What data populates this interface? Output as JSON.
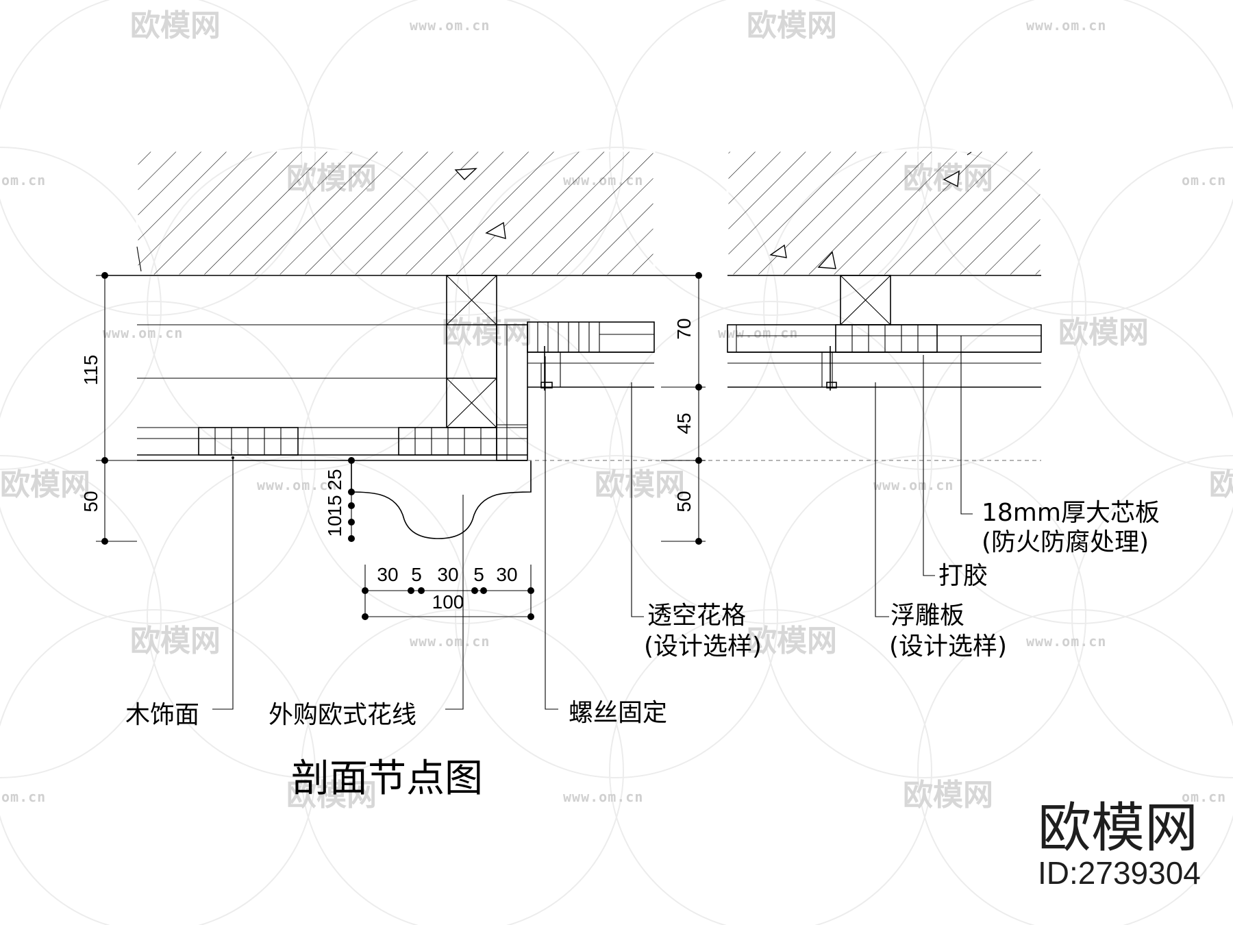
{
  "watermark": {
    "logo_text": "欧模网",
    "url_text": "www.om.cn",
    "url_fragment": "om.cn"
  },
  "drawing": {
    "title": "剖面节点图",
    "dimensions": {
      "left_total_upper": "115",
      "left_total_lower": "50",
      "right_upper": "70",
      "right_middle": "45",
      "right_lower": "50",
      "moulding_top": "25",
      "moulding_a": "10",
      "moulding_b": "15",
      "horiz_1": "30",
      "horiz_2": "5",
      "horiz_3": "30",
      "horiz_4": "5",
      "horiz_5": "30",
      "horiz_total": "100"
    },
    "labels": {
      "wood_finish": "木饰面",
      "moulding": "外购欧式花线",
      "screw": "螺丝固定",
      "lattice_line1": "透空花格",
      "lattice_line2": "(设计选样)",
      "carved_line1": "浮雕板",
      "carved_line2": "(设计选样)",
      "glue": "打胶",
      "board_line1": "18mm厚大芯板",
      "board_line2": "(防火防腐处理)"
    }
  },
  "brand": {
    "name": "欧模网",
    "id": "ID:2739304"
  }
}
